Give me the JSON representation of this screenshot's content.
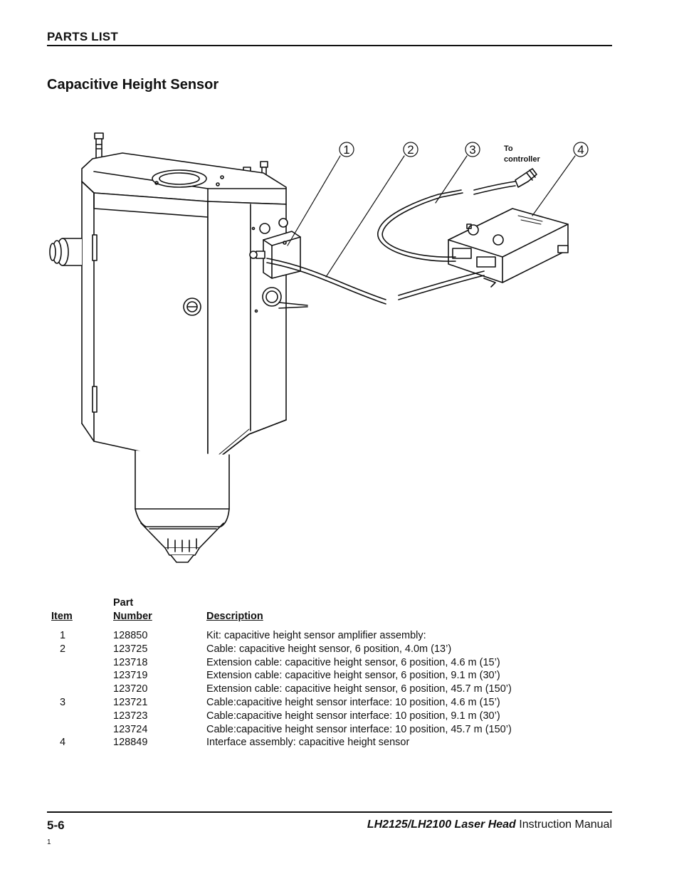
{
  "header": {
    "section": "PARTS LIST"
  },
  "page_title": "Capacitive Height Sensor",
  "figure": {
    "callouts": [
      "1",
      "2",
      "3",
      "4"
    ],
    "note": {
      "line1": "To",
      "line2": "controller"
    }
  },
  "table": {
    "headers": {
      "item": "Item",
      "part_line1": "Part",
      "part_line2": "Number",
      "description": "Description"
    },
    "rows": [
      {
        "item": "1",
        "part": "128850",
        "desc": "Kit: capacitive height sensor amplifier assembly:"
      },
      {
        "item": "2",
        "part": "123725",
        "desc": "Cable: capacitive height sensor, 6 position,   4.0m (13’)"
      },
      {
        "item": "",
        "part": "123718",
        "desc": "Extension cable: capacitive height sensor, 6 position, 4.6 m (15’)"
      },
      {
        "item": "",
        "part": "123719",
        "desc": "Extension cable: capacitive height sensor, 6 position, 9.1 m (30’)"
      },
      {
        "item": "",
        "part": "123720",
        "desc": "Extension cable: capacitive height sensor, 6 position, 45.7 m (150’)"
      },
      {
        "item": "3",
        "part": "123721",
        "desc": "Cable:capacitive height sensor interface: 10 position, 4.6 m (15’)"
      },
      {
        "item": "",
        "part": "123723",
        "desc": "Cable:capacitive height sensor interface: 10 position, 9.1 m (30’)"
      },
      {
        "item": "",
        "part": "123724",
        "desc": "Cable:capacitive height sensor interface: 10 position, 45.7 m (150’)"
      },
      {
        "item": "4",
        "part": "128849",
        "desc": "Interface assembly: capacitive height sensor"
      }
    ]
  },
  "footer": {
    "page_number": "5-6",
    "model": "LH2125/LH2100 Laser Head",
    "manual": "Instruction Manual",
    "revision": "1"
  }
}
